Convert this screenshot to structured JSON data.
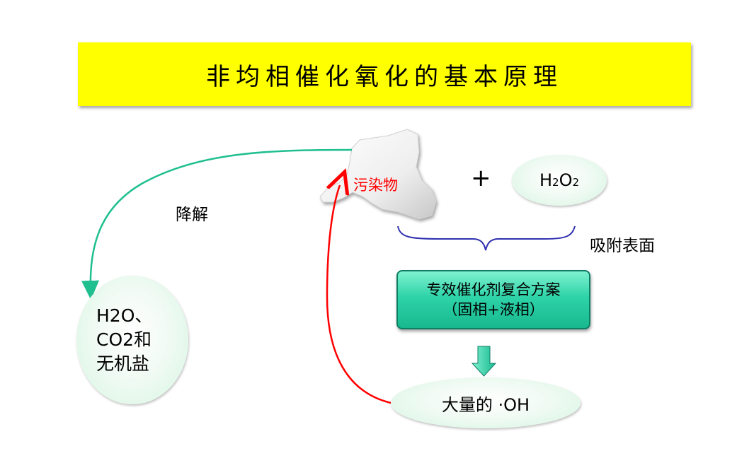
{
  "title": "非均相催化氧化的基本原理",
  "pollutant_label": "污染物",
  "plus_sign": "+",
  "h2o2": {
    "h1": "H",
    "sub1": "2",
    "o": "O",
    "sub2": "2"
  },
  "adsorb_label": "吸附表面",
  "catalyst": {
    "line1": "专效催化剂复合方案",
    "line2": "（固相+液相）"
  },
  "hydroxyl_label": "大量的 ·OH",
  "degrade_label": "降解",
  "products": {
    "line1": "H2O、",
    "line2": "CO2和",
    "line3": "无机盐"
  },
  "colors": {
    "title_bg": "#ffff00",
    "degrade_arrow": "#1fbf8f",
    "return_arrow": "#ff0000",
    "brace": "#3030b0",
    "catalyst_fill": "#2ed3a8",
    "down_arrow": "#1fbf8f"
  }
}
